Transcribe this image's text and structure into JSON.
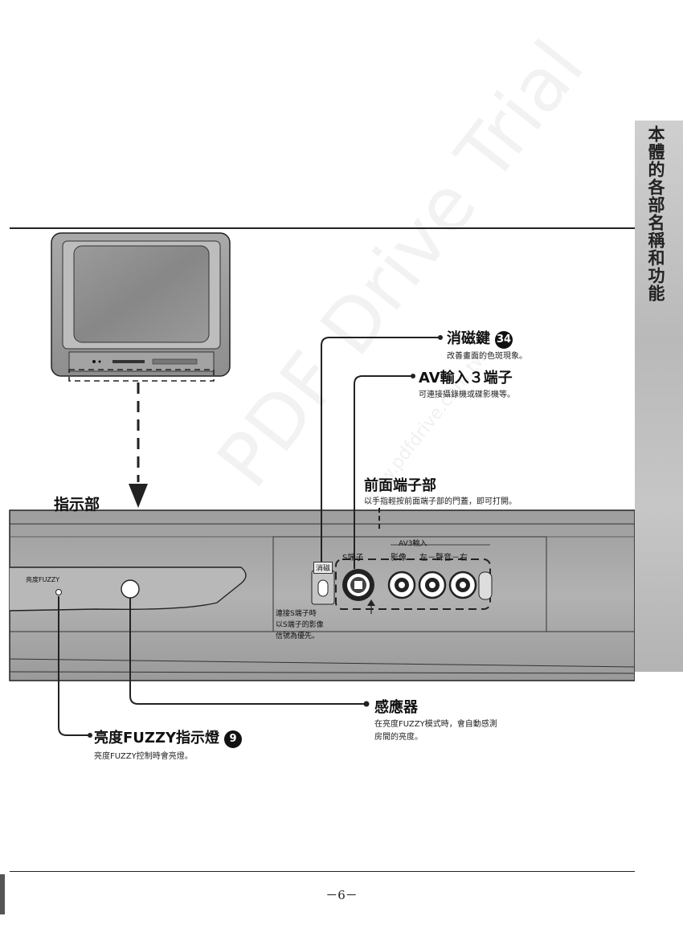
{
  "side_title": "本體的各部名稱和功能",
  "indicator_title": "指示部",
  "degauss": {
    "title": "消磁鍵",
    "num": "34",
    "desc": "改善畫面的色斑現象。"
  },
  "av_input": {
    "title": "AV輸入３端子",
    "desc": "可連接攝錄機或碟影機等。"
  },
  "front_terminal": {
    "title": "前面端子部",
    "desc": "以手指輕按前面端子部的門蓋，即可打開。"
  },
  "panel": {
    "av3_label": "AV3輸入",
    "s_terminal": "S端子",
    "video": "影像",
    "audio": "左－聲音－右",
    "degauss_btn": "消磁",
    "fuzzy_small": "亮度FUZZY",
    "s_note_1": "連接S端子時",
    "s_note_2": "以S端子的影像",
    "s_note_3": "信號為優先。"
  },
  "sensor": {
    "title": "感應器",
    "desc_1": "在亮度FUZZY模式時，會自動感測",
    "desc_2": "房間的亮度。"
  },
  "fuzzy_indicator": {
    "title": "亮度FUZZY指示燈",
    "num": "9",
    "desc": "亮度FUZZY控制時會亮燈。"
  },
  "page_number": "－6－",
  "watermark": "PDF Drive Trial",
  "watermark_url": "www.pdfdrive.com.tw"
}
